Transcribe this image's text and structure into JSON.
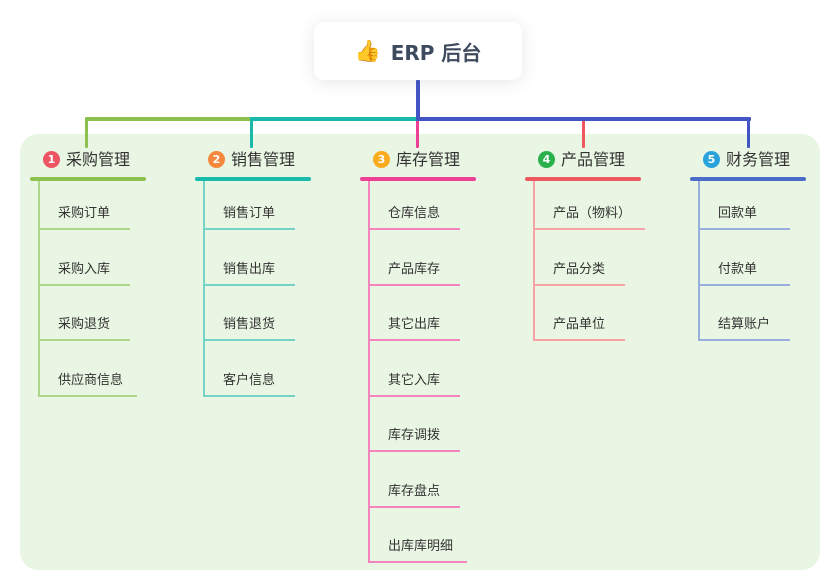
{
  "root": {
    "icon": "thumbs-up-emoji",
    "icon_char": "👍",
    "label": "ERP 后台"
  },
  "theme": {
    "canvas_bg": "#ffffff",
    "panel_bg": "#e9f6e3",
    "root_text_color": "#3e4a5e",
    "connector_blue": "#4355c4",
    "text_color": "#333333"
  },
  "branches": [
    {
      "number": "1",
      "label": "采购管理",
      "badge_color": "#ed5565",
      "line_color": "#8cc04f",
      "sub_line_color": "#aed68c",
      "items": [
        "采购订单",
        "采购入库",
        "采购退货",
        "供应商信息"
      ]
    },
    {
      "number": "2",
      "label": "销售管理",
      "badge_color": "#f6883e",
      "line_color": "#19b9ab",
      "sub_line_color": "#74d2c7",
      "items": [
        "销售订单",
        "销售出库",
        "销售退货",
        "客户信息"
      ]
    },
    {
      "number": "3",
      "label": "库存管理",
      "badge_color": "#fbab1e",
      "line_color": "#ed3f96",
      "sub_line_color": "#f584be",
      "items": [
        "仓库信息",
        "产品库存",
        "其它出库",
        "其它入库",
        "库存调拨",
        "库存盘点",
        "出库库明细"
      ]
    },
    {
      "number": "4",
      "label": "产品管理",
      "badge_color": "#2ab14e",
      "line_color": "#f0585f",
      "sub_line_color": "#f7a2a5",
      "items": [
        "产品（物料）",
        "产品分类",
        "产品单位"
      ]
    },
    {
      "number": "5",
      "label": "财务管理",
      "badge_color": "#2aa2dc",
      "line_color": "#4a6bc8",
      "sub_line_color": "#9aaede",
      "items": [
        "回款单",
        "付款单",
        "结算账户"
      ]
    }
  ]
}
